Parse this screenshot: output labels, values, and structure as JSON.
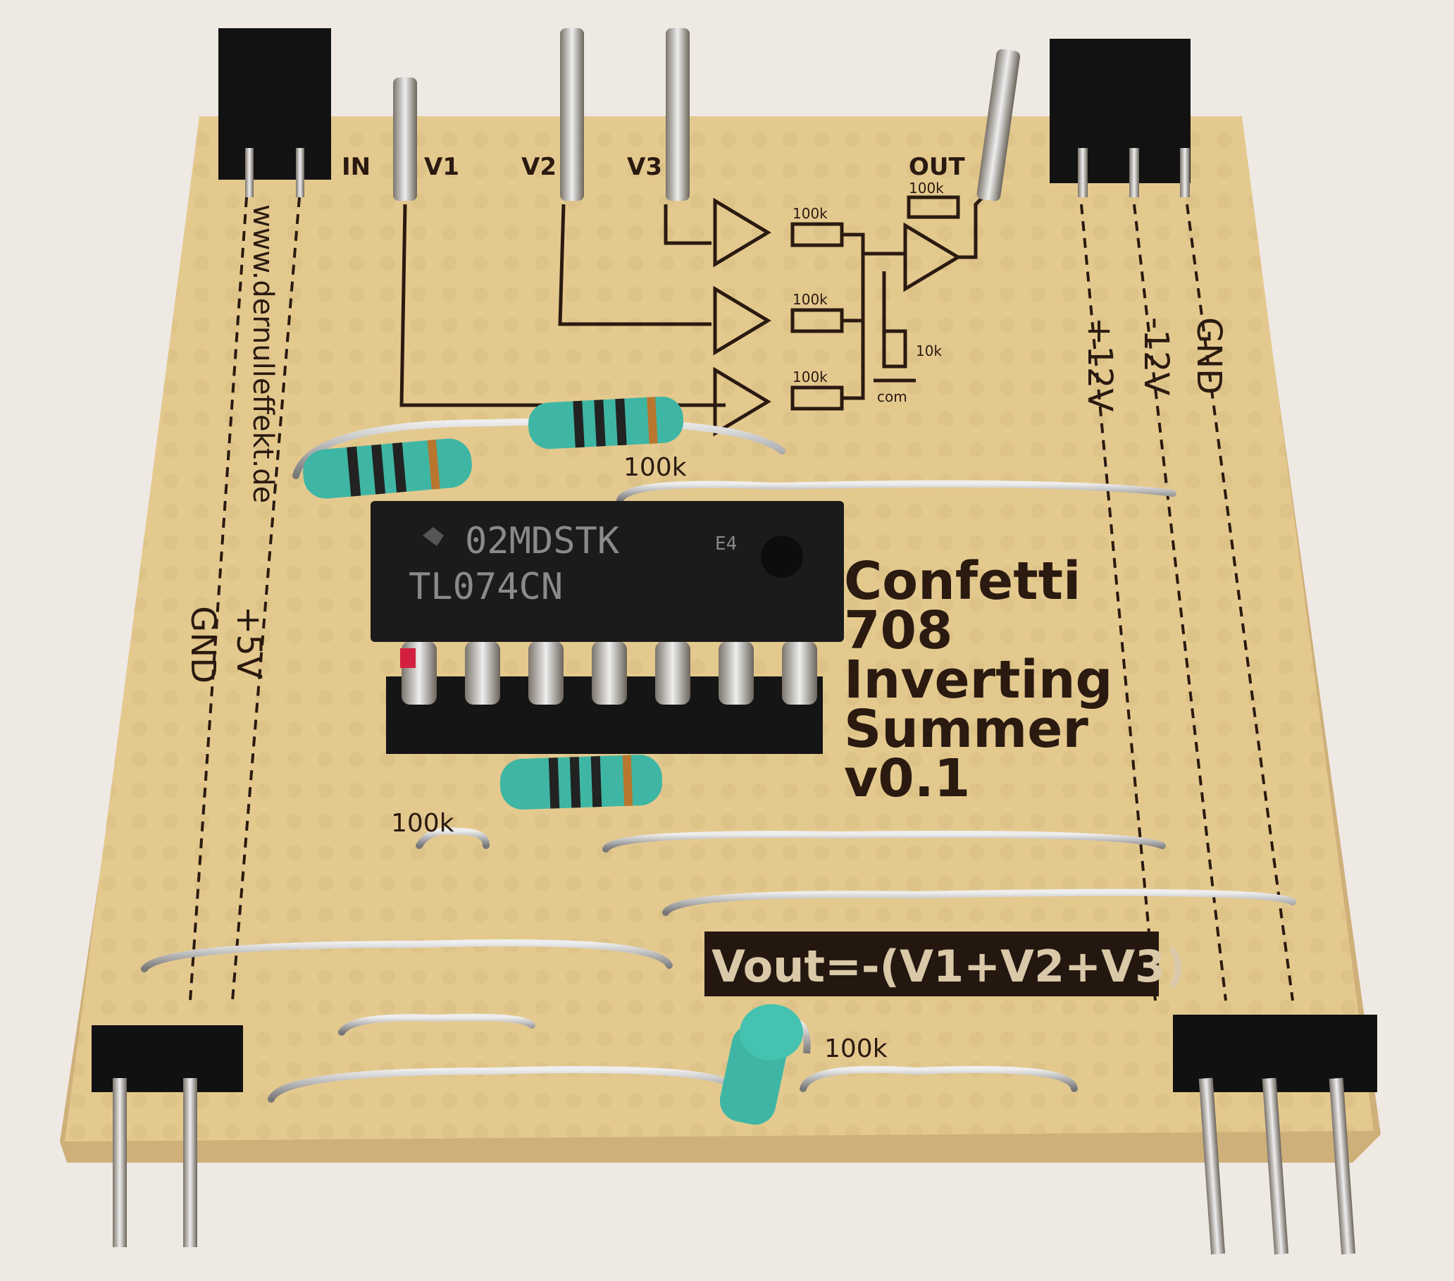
{
  "board": {
    "title_lines": [
      "Confetti",
      "708",
      "Inverting",
      "Summer",
      "v0.1"
    ],
    "website": "www.dernulleffekt.de",
    "formula": "Vout=-(V1+V2+V3)",
    "inputs": {
      "in_label": "IN",
      "v1": "V1",
      "v2": "V2",
      "v3": "V3",
      "out": "OUT"
    },
    "power_right": [
      "+12V",
      "-12V",
      "GND"
    ],
    "power_left": [
      "GND",
      "+5V"
    ],
    "schematic": {
      "r1": "100k",
      "r2": "100k",
      "r3": "100k",
      "rf": "100k",
      "r_com": "10k",
      "com_label": "com"
    },
    "component_labels": {
      "r_top": "100k",
      "r_mid": "100k",
      "r_bottom": "100k"
    }
  },
  "chip": {
    "line1": "02MDSTK",
    "mark": "E4",
    "part": "TL074CN"
  },
  "colors": {
    "board": "#e4c98f",
    "silkscreen": "#2a1a10",
    "chip": "#1b1b1b",
    "resistor": "#3fb6a4"
  }
}
